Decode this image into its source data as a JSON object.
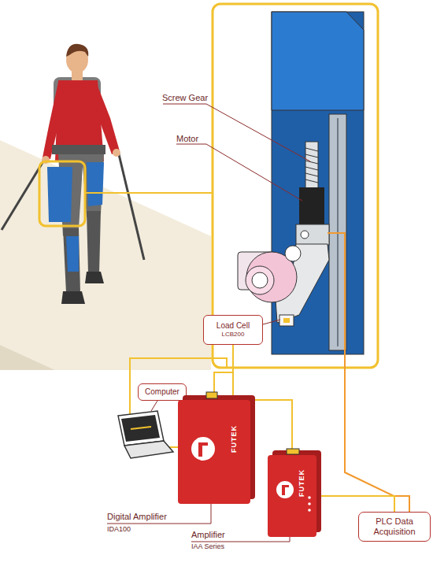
{
  "diagram": {
    "nodes": [
      {
        "text": [
          "Load Cell",
          "LCB200"
        ]
      },
      {
        "text": [
          "Computer"
        ]
      },
      {
        "text": [
          "FUTEK"
        ]
      },
      {
        "text": [
          "FUTEK"
        ]
      },
      {
        "text": [
          "PLC Data Acquisition"
        ]
      }
    ],
    "edges": [
      {
        "from": 0,
        "to": 2,
        "arrow": "none"
      },
      {
        "from": 0,
        "to": 3,
        "arrow": "none"
      },
      {
        "from": 3,
        "to": 4,
        "arrow": "none"
      }
    ],
    "labels": [
      "Screw Gear",
      "Motor",
      "Digital Amplifier",
      "IDA100",
      "Amplifier",
      "IAA Series"
    ]
  }
}
